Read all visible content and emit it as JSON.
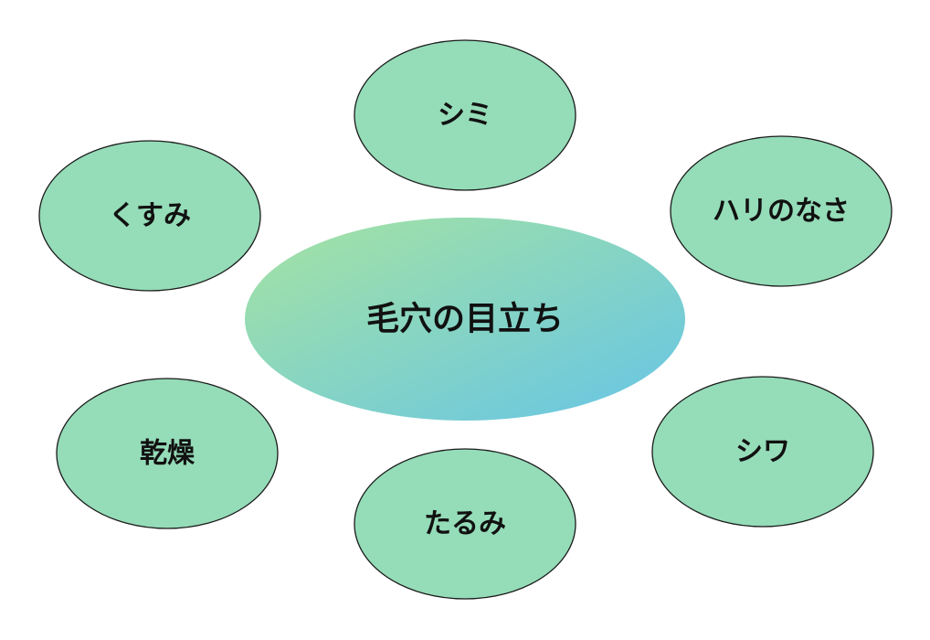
{
  "center": {
    "label": "毛穴の目立ち",
    "gradient_start": "#a6e3a1",
    "gradient_end": "#66c5e6"
  },
  "satellite_fill": "#95dcb8",
  "outline_color": "#1a1a1a",
  "nodes": [
    {
      "id": "shimi",
      "label": "シミ"
    },
    {
      "id": "harinonasa",
      "label": "ハリのなさ"
    },
    {
      "id": "shiwa",
      "label": "シワ"
    },
    {
      "id": "tarumi",
      "label": "たるみ"
    },
    {
      "id": "kansou",
      "label": "乾燥"
    },
    {
      "id": "kusumi",
      "label": "くすみ"
    }
  ]
}
